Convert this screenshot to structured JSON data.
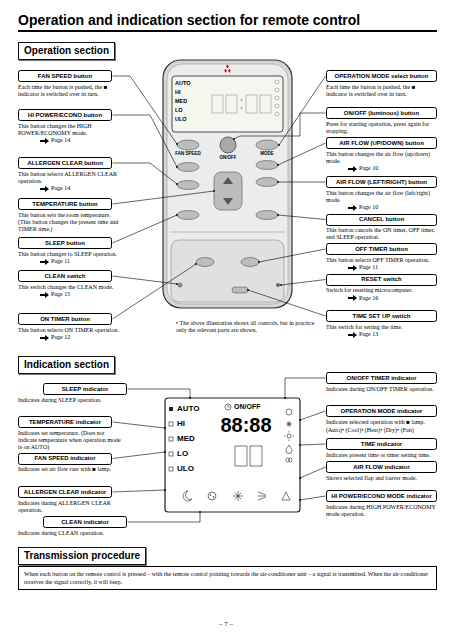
{
  "diagram": {
    "title": "Operation and indication section for remote control",
    "nodes": [
      {
        "text": [
          "Operation section"
        ]
      },
      {
        "text": [
          "FAN SPEED button",
          "Each time the button is pushed, the ■ indicator is switched over in turn."
        ]
      },
      {
        "text": [
          "HI POWER/ECONO button",
          "This button changes the HIGH POWER/ECONOMY mode.",
          "Page 14"
        ]
      },
      {
        "text": [
          "ALLERGEN CLEAR button",
          "This button selects ALLERGEN CLEAR operation.",
          "Page 14"
        ]
      },
      {
        "text": [
          "TEMPERATURE button",
          "This button sets the room temperature. (This button changes the present time and TIMER time.)"
        ]
      },
      {
        "text": [
          "SLEEP button",
          "This button changes to SLEEP operation.",
          "Page 11"
        ]
      },
      {
        "text": [
          "CLEAN switch",
          "This switch changes the CLEAN mode.",
          "Page 15"
        ]
      },
      {
        "text": [
          "ON TIMER button",
          "This button selects ON TIMER operation.",
          "Page 12"
        ]
      },
      {
        "text": [
          "OPERATION MODE select button",
          "Each time the button is pushed, the ■ indicator is switched over in turn."
        ]
      },
      {
        "text": [
          "ON/OFF (luminous) button",
          "Press for starting operation, press again for stopping."
        ]
      },
      {
        "text": [
          "AIR FLOW (UP/DOWN) button",
          "This button changes the air flow (up/down) mode.",
          "Page 10"
        ]
      },
      {
        "text": [
          "AIR FLOW (LEFT/RIGHT) button",
          "This button changes the air flow (left/right) mode.",
          "Page 10"
        ]
      },
      {
        "text": [
          "CANCEL button",
          "This button cancels the ON timer, OFF timer, and SLEEP operation."
        ]
      },
      {
        "text": [
          "OFF TIMER button",
          "This button selects OFF TIMER operation.",
          "Page 11"
        ]
      },
      {
        "text": [
          "RESET switch",
          "Switch for resetting microcomputer.",
          "Page 16"
        ]
      },
      {
        "text": [
          "TIME SET UP switch",
          "This switch for setting the time.",
          "Page 13"
        ]
      },
      {
        "text": [
          "Indication section"
        ]
      },
      {
        "text": [
          "SLEEP indicator",
          "Indicates during SLEEP operation."
        ]
      },
      {
        "text": [
          "TEMPERATURE indicator",
          "Indicates set temperature. (Does not indicate temperature when operation mode is on AUTO)"
        ]
      },
      {
        "text": [
          "FAN SPEED indicator",
          "Indicates set air flow rate with ■ lamp."
        ]
      },
      {
        "text": [
          "ALLERGEN CLEAR indicator",
          "Indicates during ALLERGEN CLEAR operation."
        ]
      },
      {
        "text": [
          "CLEAN indicator",
          "Indicates during CLEAN operation."
        ]
      },
      {
        "text": [
          "ON/OFF TIMER indicator",
          "Indicates during ON/OFF TIMER operation."
        ]
      },
      {
        "text": [
          "OPERATION MODE indicator",
          "Indicates selected operation with ■ lamp.",
          "(Auto)• (Cool)• (Heat)• (Dry)• (Fan)"
        ]
      },
      {
        "text": [
          "TIME indicator",
          "Indicates present time or timer setting time."
        ]
      },
      {
        "text": [
          "AIR FLOW indicator",
          "Shows selected flap and louver mode."
        ]
      },
      {
        "text": [
          "HI POWER/ECONO MODE indicator",
          "Indicates during HIGH POWER/ECONOMY mode operation."
        ]
      },
      {
        "text": [
          "Transmission procedure"
        ]
      },
      {
        "text": [
          "When each button on the remote control is pressed – with the remote control pointing towards the air-conditioner unit – a signal is transmitted. When the air-conditioner receives the signal correctly, it will beep."
        ]
      }
    ],
    "labels": [
      "AUTO",
      "HI",
      "MED",
      "LO",
      "ULO",
      "FAN SPEED",
      "ON/OFF",
      "MODE",
      "• The above illustration shows all controls, but in practice only the relevant parts are shown.",
      "AUTO",
      "HI",
      "MED",
      "LO",
      "ULO",
      "ON/OFF",
      "88:88",
      "– 7 –"
    ]
  }
}
